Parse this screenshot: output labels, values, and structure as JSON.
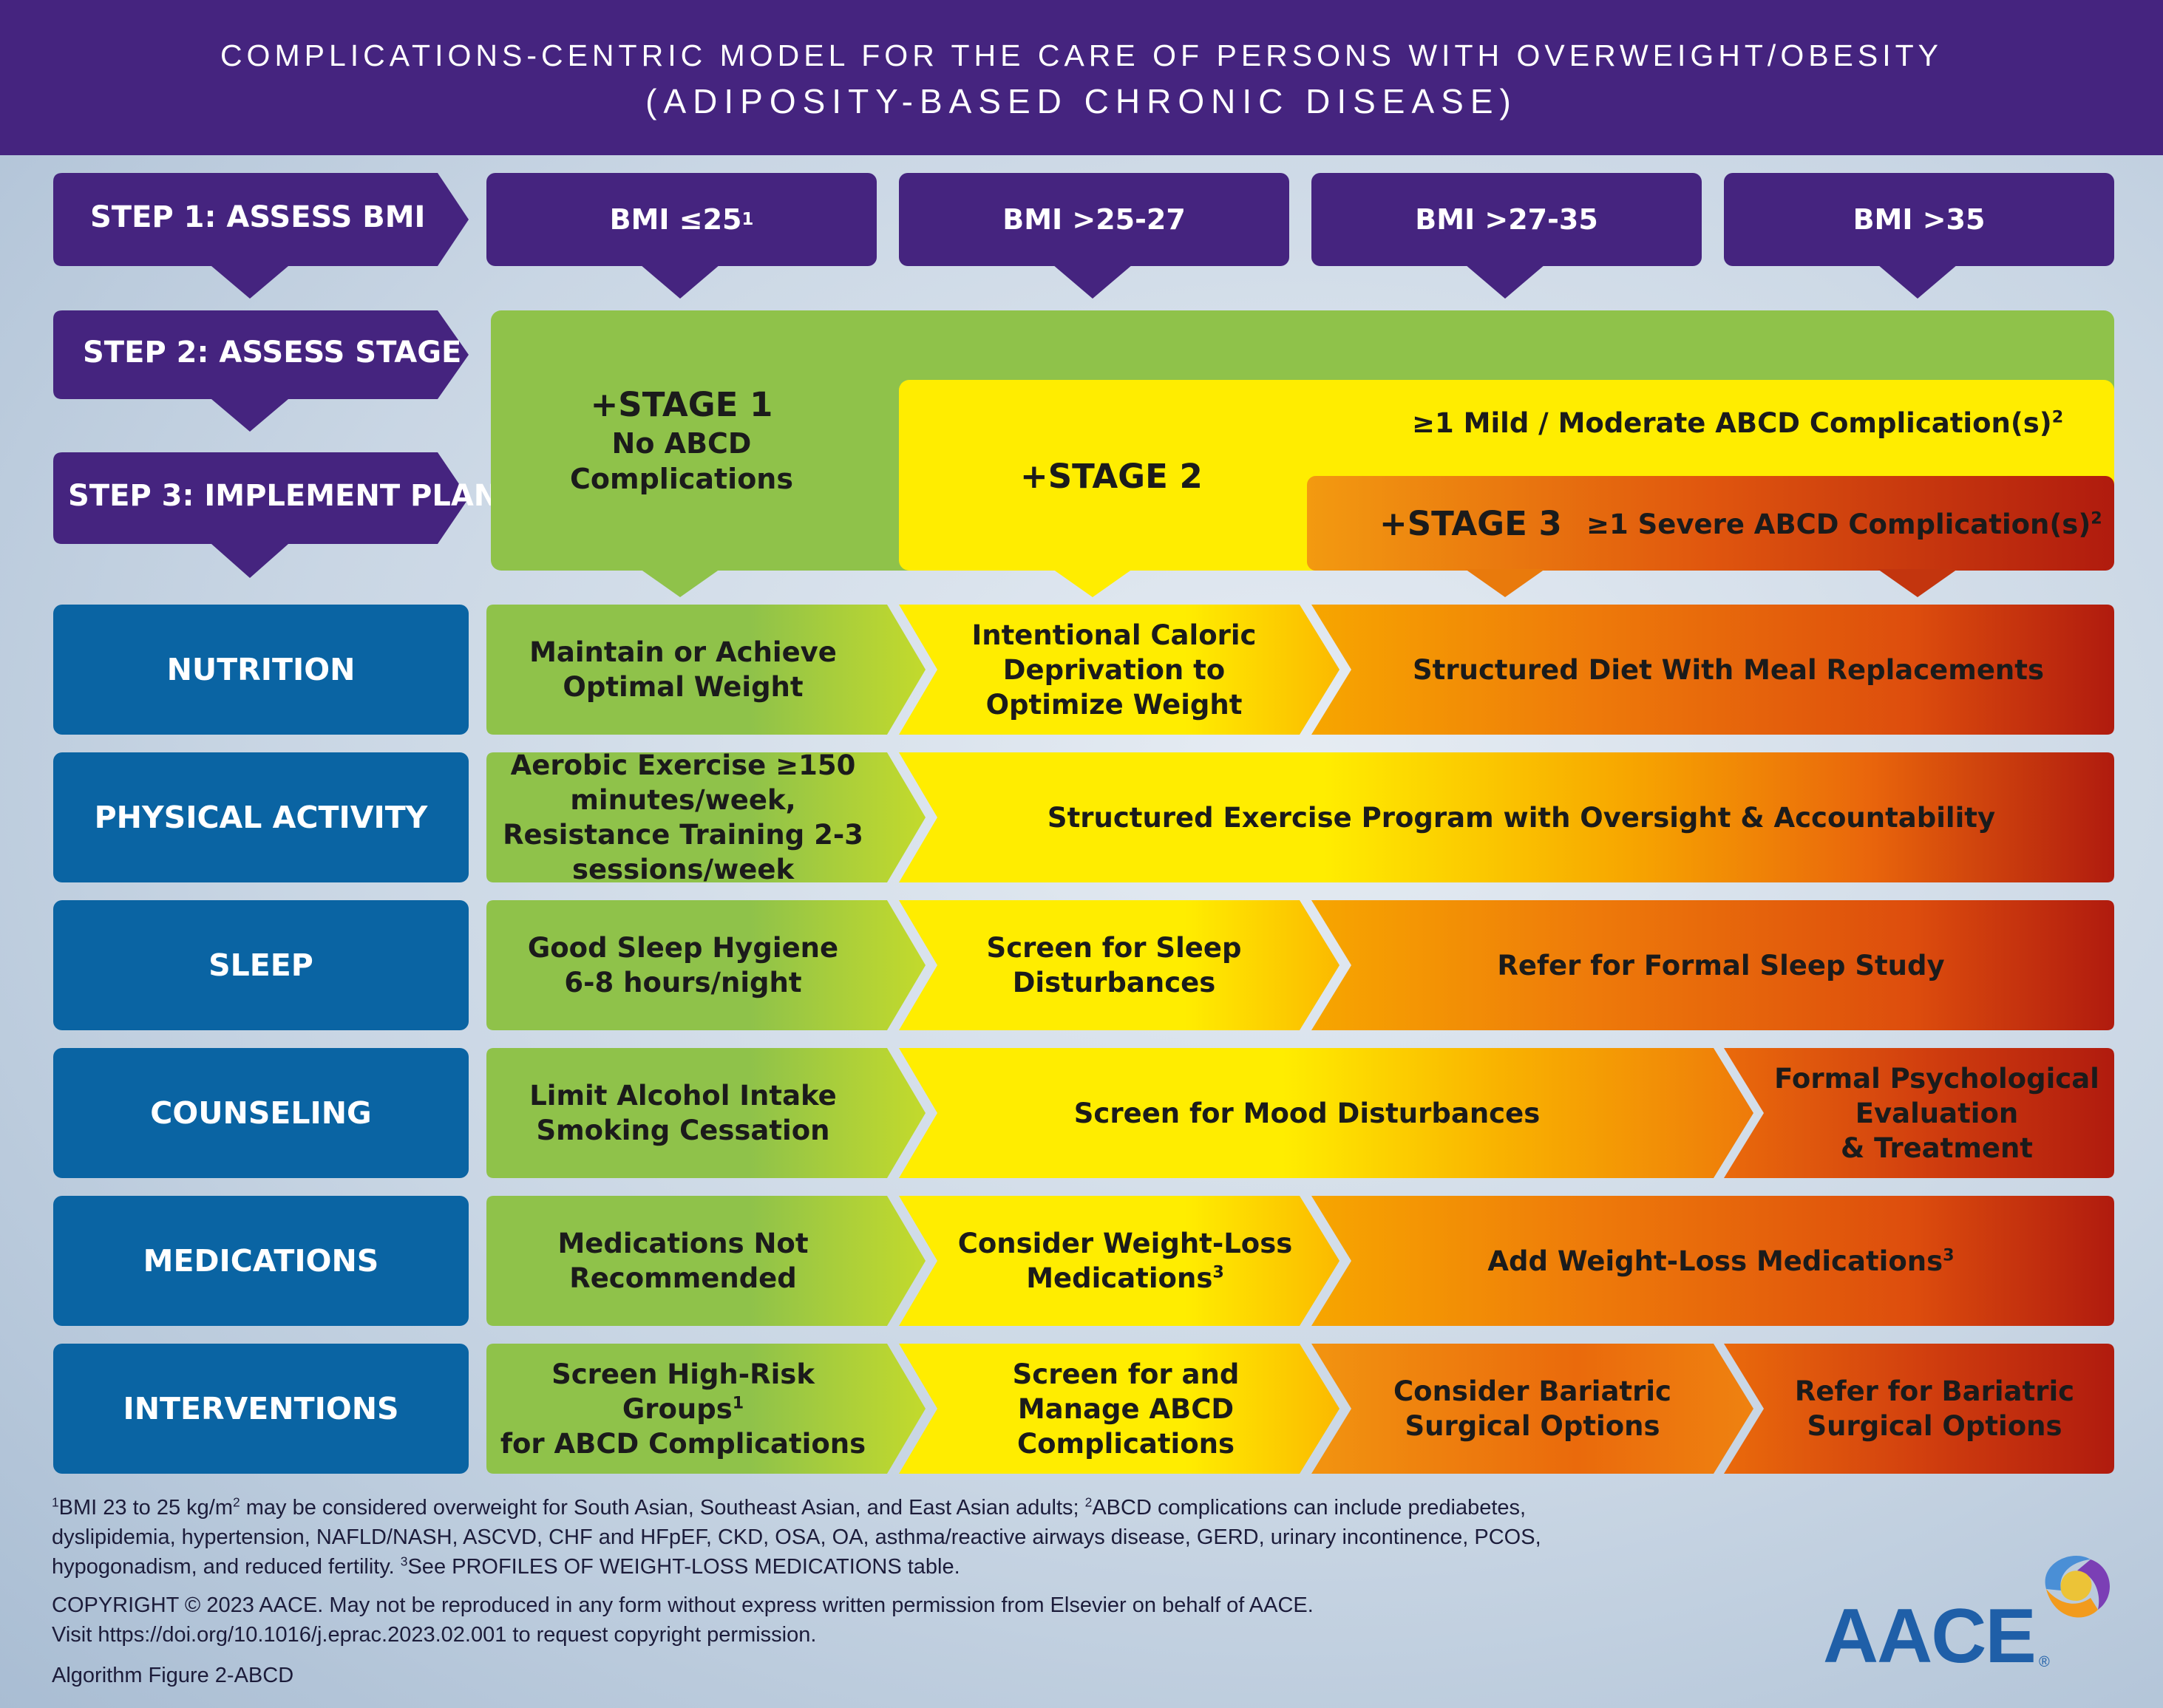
{
  "header": {
    "title_line1": "COMPLICATIONS-CENTRIC MODEL FOR THE CARE OF PERSONS WITH OVERWEIGHT/OBESITY",
    "title_line2": "(ADIPOSITY-BASED CHRONIC DISEASE)"
  },
  "steps": {
    "step1": "STEP 1: ASSESS BMI",
    "step2": "STEP 2: ASSESS STAGE",
    "step3": "STEP 3: IMPLEMENT PLAN"
  },
  "bmi": {
    "c1": "BMI ≤25",
    "c1_sup": "1",
    "c2": "BMI >25-27",
    "c3": "BMI >27-35",
    "c4": "BMI >35"
  },
  "stages": {
    "stage1_title": "+STAGE 1",
    "stage1_desc_l1": "No ABCD",
    "stage1_desc_l2": "Complications",
    "stage2_title": "+STAGE 2",
    "stage2_desc": "≥1 Mild / Moderate ABCD Complication(s)",
    "stage2_sup": "2",
    "stage3_title": "+STAGE 3",
    "stage3_desc": "≥1 Severe ABCD Complication(s)",
    "stage3_sup": "2"
  },
  "rows": {
    "nutrition": {
      "label": "NUTRITION",
      "green": "Maintain or Achieve Optimal Weight",
      "yellow": "Intentional Caloric Deprivation to Optimize Weight",
      "orange": "Structured Diet With Meal Replacements"
    },
    "activity": {
      "label": "PHYSICAL ACTIVITY",
      "green": "Aerobic Exercise ≥150 minutes/week, Resistance Training 2-3 sessions/week",
      "wide": "Structured Exercise Program with Oversight & Accountability"
    },
    "sleep": {
      "label": "SLEEP",
      "green_l1": "Good Sleep Hygiene",
      "green_l2": "6-8 hours/night",
      "yellow": "Screen for Sleep Disturbances",
      "orange": "Refer for Formal Sleep Study"
    },
    "counseling": {
      "label": "COUNSELING",
      "green_l1": "Limit Alcohol Intake",
      "green_l2": "Smoking Cessation",
      "wide": "Screen for Mood Disturbances",
      "red_l1": "Formal Psychological",
      "red_l2": "Evaluation",
      "red_l3": "& Treatment"
    },
    "medications": {
      "label": "MEDICATIONS",
      "green": "Medications Not Recommended",
      "yellow": "Consider Weight-Loss Medications",
      "yellow_sup": "3",
      "orange": "Add Weight-Loss Medications",
      "orange_sup": "3"
    },
    "interventions": {
      "label": "INTERVENTIONS",
      "green_l1": "Screen High-Risk Groups",
      "green_sup": "1",
      "green_l2": "for ABCD Complications",
      "yellow": "Screen for and Manage ABCD Complications",
      "orange": "Consider Bariatric Surgical Options",
      "red": "Refer for Bariatric Surgical Options"
    }
  },
  "footnotes": {
    "fn1_mark": "1",
    "fn1_a": "BMI 23 to 25 kg/m",
    "fn1_a_sup": "2",
    "fn1_b": " may be considered overweight for South Asian, Southeast Asian, and East Asian adults; ",
    "fn2_mark": "2",
    "fn2_a": "ABCD complications can include prediabetes,",
    "line2": "dyslipidemia, hypertension, NAFLD/NASH, ASCVD, CHF and HFpEF, CKD, OSA, OA, asthma/reactive airways disease, GERD, urinary incontinence, PCOS,",
    "line3": "hypogonadism, and reduced fertility. ",
    "fn3_mark": "3",
    "fn3": "See PROFILES OF WEIGHT-LOSS MEDICATIONS table.",
    "copyright_l1": "COPYRIGHT © 2023 AACE. May not be reproduced in any form without express written permission from Elsevier on behalf of AACE.",
    "copyright_l2": "Visit https://doi.org/10.1016/j.eprac.2023.02.001 to request copyright permission.",
    "figure_label": "Algorithm Figure 2-ABCD"
  },
  "logo": {
    "text": "AACE",
    "mark": "®"
  },
  "colors": {
    "purple": "#45247f",
    "blue": "#0a64a3",
    "green": "#8fc24a",
    "yellow": "#ffed00",
    "orange": "#ee7a0a",
    "red": "#b01b0e"
  }
}
